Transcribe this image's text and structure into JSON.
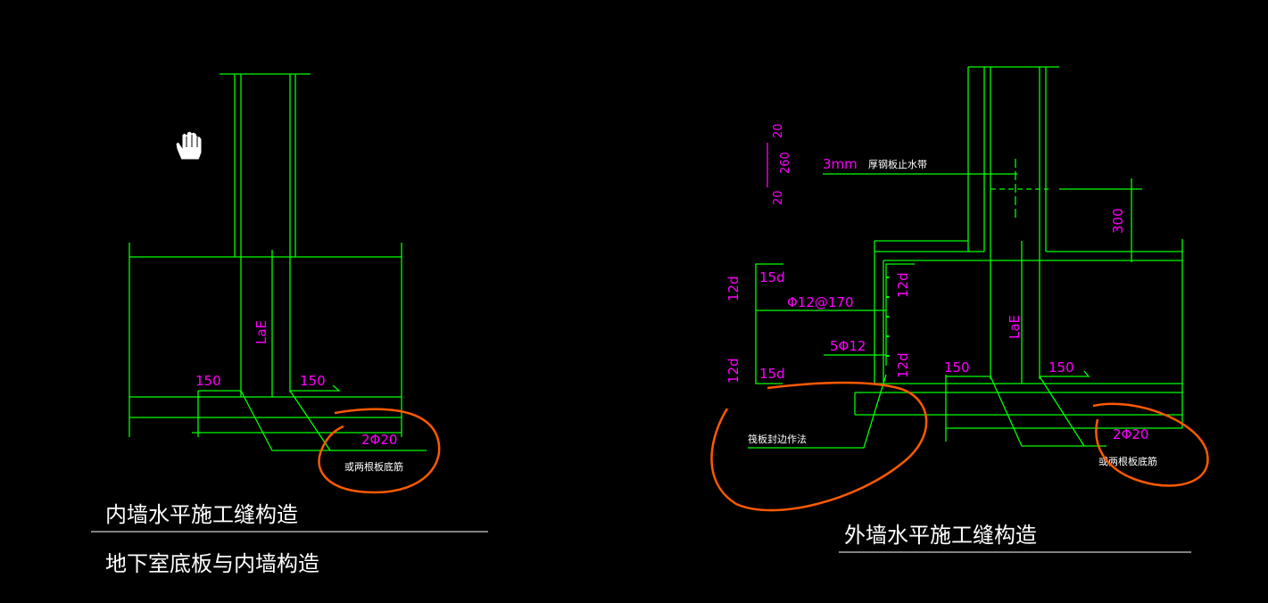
{
  "colors": {
    "background": "#000000",
    "line_green": "#00ff00",
    "dim_magenta": "#ff00ff",
    "text_white": "#ffffff",
    "markup_orange": "#ff5a00"
  },
  "cursor": {
    "icon": "pan-hand-icon"
  },
  "left_detail": {
    "title": "内墙水平施工缝构造",
    "subtitle": "地下室底板与内墙构造",
    "lae_label": "LaE",
    "dim_left": "150",
    "dim_right": "150",
    "rebar_label": "2Φ20",
    "rebar_note": "或两根板底筋"
  },
  "right_detail": {
    "title": "外墙水平施工缝构造",
    "waterstop_thickness": "3mm",
    "waterstop_label": "厚钢板止水带",
    "plate_dims": [
      "20",
      "260",
      "20"
    ],
    "dim_300": "300",
    "lae_label": "LaE",
    "dim_150_left": "150",
    "dim_150_right": "150",
    "dim_12d_top_left": "12d",
    "dim_12d_bottom_left": "12d",
    "dim_12d_top_right": "12d",
    "dim_12d_bottom_right": "12d",
    "dim_15d_top": "15d",
    "dim_15d_bottom": "15d",
    "stirrup_label": "Φ12@170",
    "bar_label": "5Φ12",
    "edge_note": "筏板封边作法",
    "rebar_label": "2Φ20",
    "rebar_note": "或两根板底筋"
  }
}
